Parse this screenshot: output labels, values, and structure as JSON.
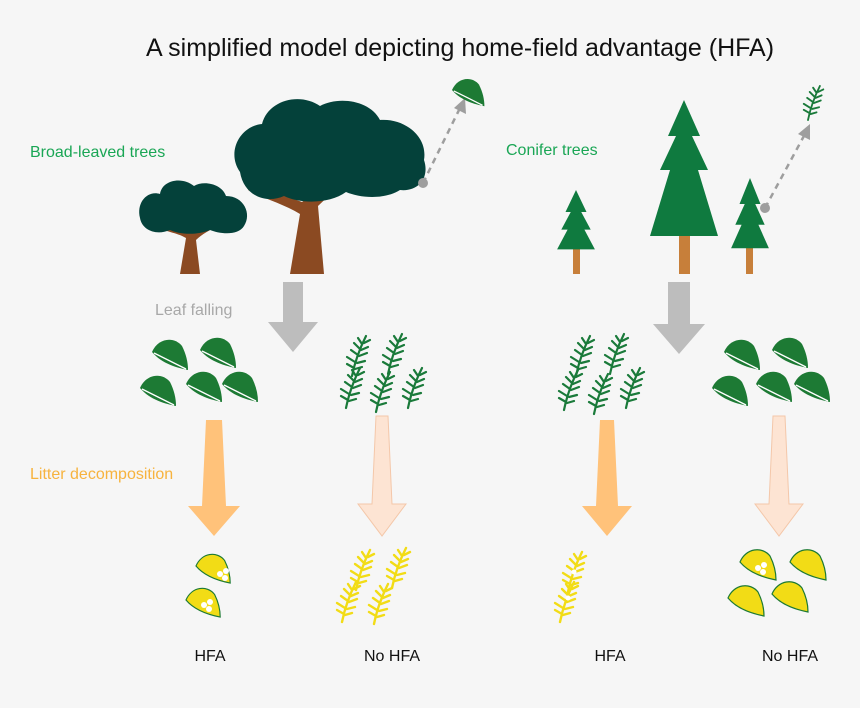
{
  "title": "A simplified model depicting home-field advantage (HFA)",
  "labels": {
    "broad_leaved": "Broad-leaved trees",
    "conifer": "Conifer trees",
    "leaf_falling": "Leaf falling",
    "litter_decomposition": "Litter decomposition"
  },
  "outcomes": [
    "HFA",
    "No HFA",
    "HFA",
    "No HFA"
  ],
  "colors": {
    "canopy": "#04413a",
    "trunk": "#8b4a22",
    "conifer": "#0f7a3f",
    "conifer_trunk": "#c77f3a",
    "leaf": "#1d7a34",
    "needle": "#1a7a3a",
    "decomposed": "#f2dc16",
    "arrow_gray": "#bdbdbd",
    "arrow_orange": "#ffc27a",
    "arrow_pale": "#fde4d3",
    "label_green": "#1aa655",
    "label_orange": "#f7b33e"
  }
}
